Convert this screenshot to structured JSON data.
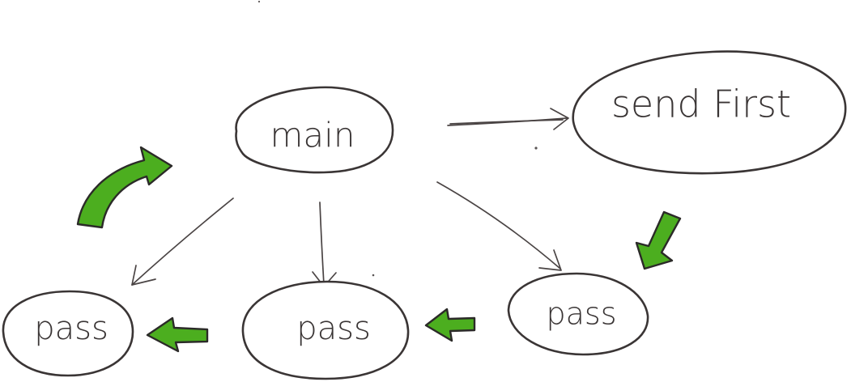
{
  "nodes": {
    "main": "main",
    "send_first": "send First",
    "pass_left": "pass",
    "pass_middle": "pass",
    "pass_right": "pass"
  },
  "colors": {
    "ink": "#3a3535",
    "flow_arrow_fill": "#4cae1f",
    "flow_arrow_outline": "#2b2a28",
    "background": "#ffffff"
  }
}
